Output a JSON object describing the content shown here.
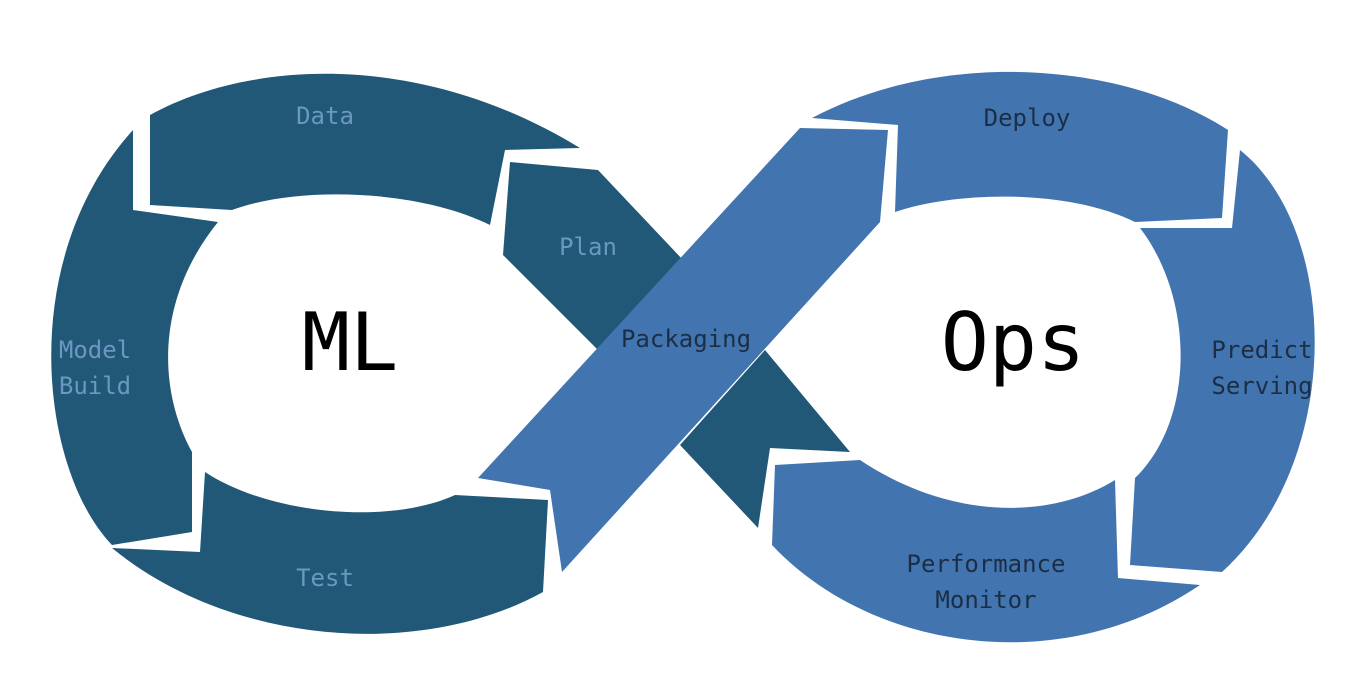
{
  "center": {
    "left": "ML",
    "right": "Ops"
  },
  "ml_stages": {
    "data": "Data",
    "plan": "Plan",
    "model_build": [
      "Model",
      "Build"
    ],
    "test": "Test"
  },
  "ops_stages": {
    "deploy": "Deploy",
    "predict_serving": [
      "Predict",
      "Serving"
    ],
    "performance_monitor": [
      "Performance",
      "Monitor"
    ]
  },
  "bridge": {
    "packaging": "Packaging"
  },
  "colors": {
    "ml_dark": "#215877",
    "ops_blue": "#4275B0",
    "ml_label": "#6B97C2",
    "ops_label": "#1C2E45",
    "center_text": "#000000",
    "background": "#FFFFFF"
  }
}
